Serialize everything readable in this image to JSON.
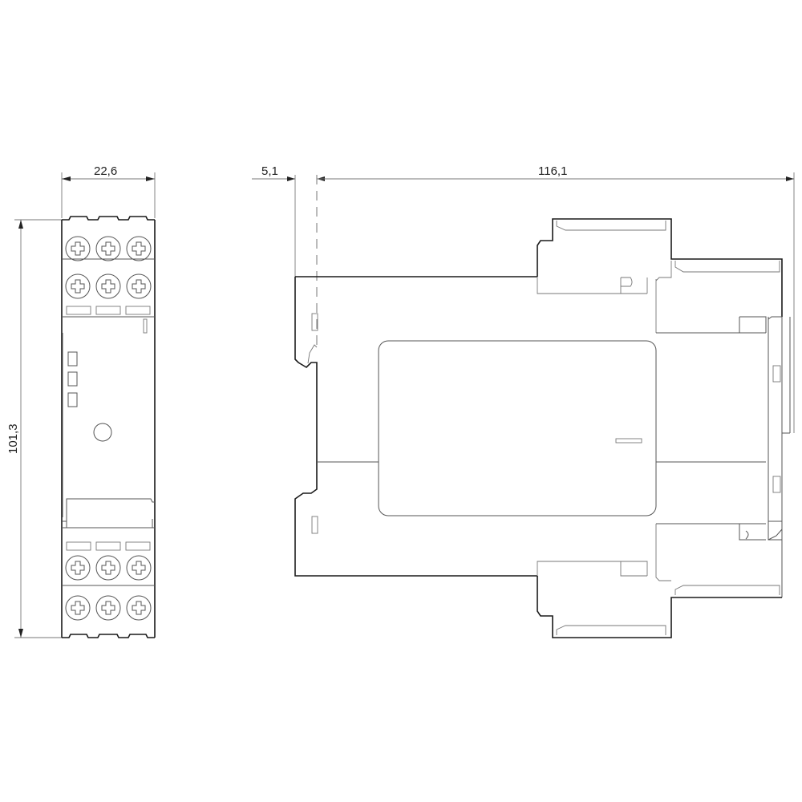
{
  "drawing": {
    "type": "dimension drawing",
    "subject": "DIN-rail mounted relay module",
    "units": "mm",
    "line_color": "#1a1a1a",
    "background": "#ffffff"
  },
  "front_view": {
    "width_dim": {
      "label": "22,6",
      "value": 22.6
    },
    "height_dim": {
      "label": "101,3",
      "value": 101.3
    },
    "top_terminals": {
      "rows": 2,
      "per_row": 3,
      "icon": "screw-terminal-icon"
    },
    "bottom_terminals": {
      "rows": 2,
      "per_row": 3,
      "icon": "screw-terminal-icon"
    },
    "leds": 3,
    "potentiometer": 1
  },
  "side_view": {
    "rail_offset_dim": {
      "label": "5,1",
      "value": 5.1
    },
    "depth_dim": {
      "label": "116,1",
      "value": 116.1
    }
  }
}
